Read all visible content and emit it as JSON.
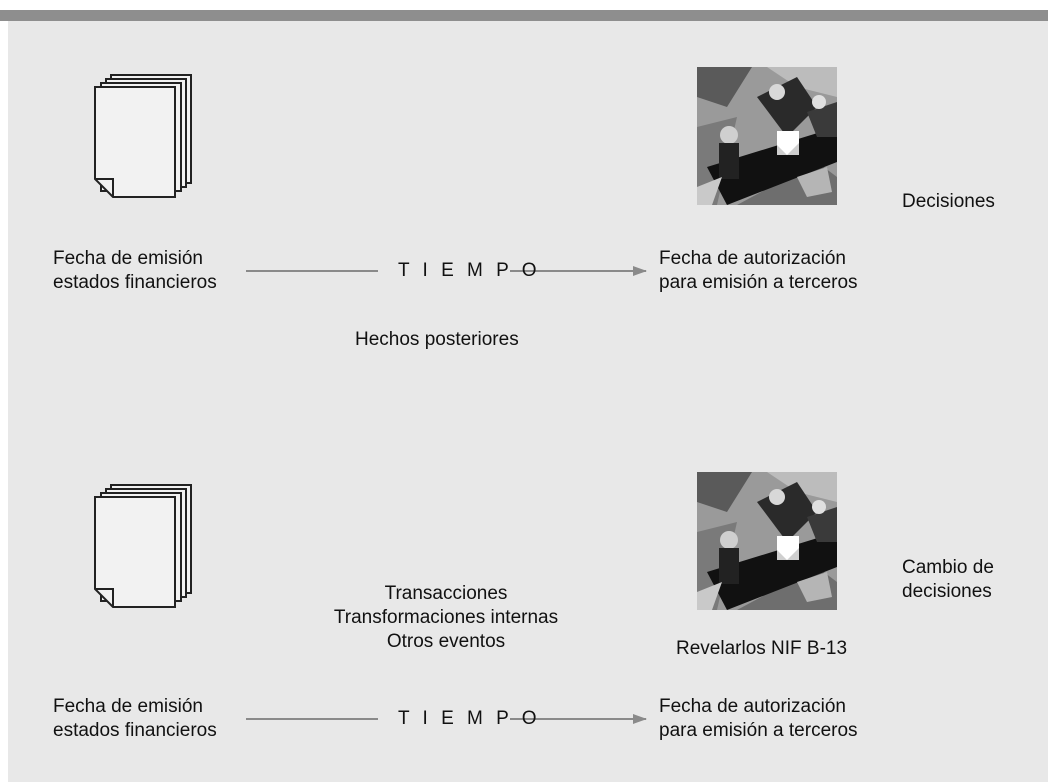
{
  "top": {
    "left_date": [
      "Fecha de emisión",
      "estados financieros"
    ],
    "time_label": "T I E M P O",
    "right_date": [
      "Fecha de autorización",
      "para emisión a terceros"
    ],
    "side_label": [
      "Decisiones"
    ],
    "subsequent_events": "Hechos posteriores"
  },
  "bottom": {
    "left_date": [
      "Fecha de emisión",
      "estados financieros"
    ],
    "time_label": "T I E M P O",
    "right_date": [
      "Fecha de autorización",
      "para emisión a terceros"
    ],
    "side_label": [
      "Cambio de",
      "decisiones"
    ],
    "events": [
      "Transacciones",
      "Transformaciones internas",
      "Otros eventos"
    ],
    "disclosure": "Revelarlos NIF B-13"
  },
  "colors": {
    "bar": "#8e8e8e",
    "panel": "#e8e8e8",
    "arrow": "#8a8a8a",
    "document": "#f2f2f2"
  },
  "icons": [
    "documents-stack-icon",
    "business-meeting-image"
  ]
}
